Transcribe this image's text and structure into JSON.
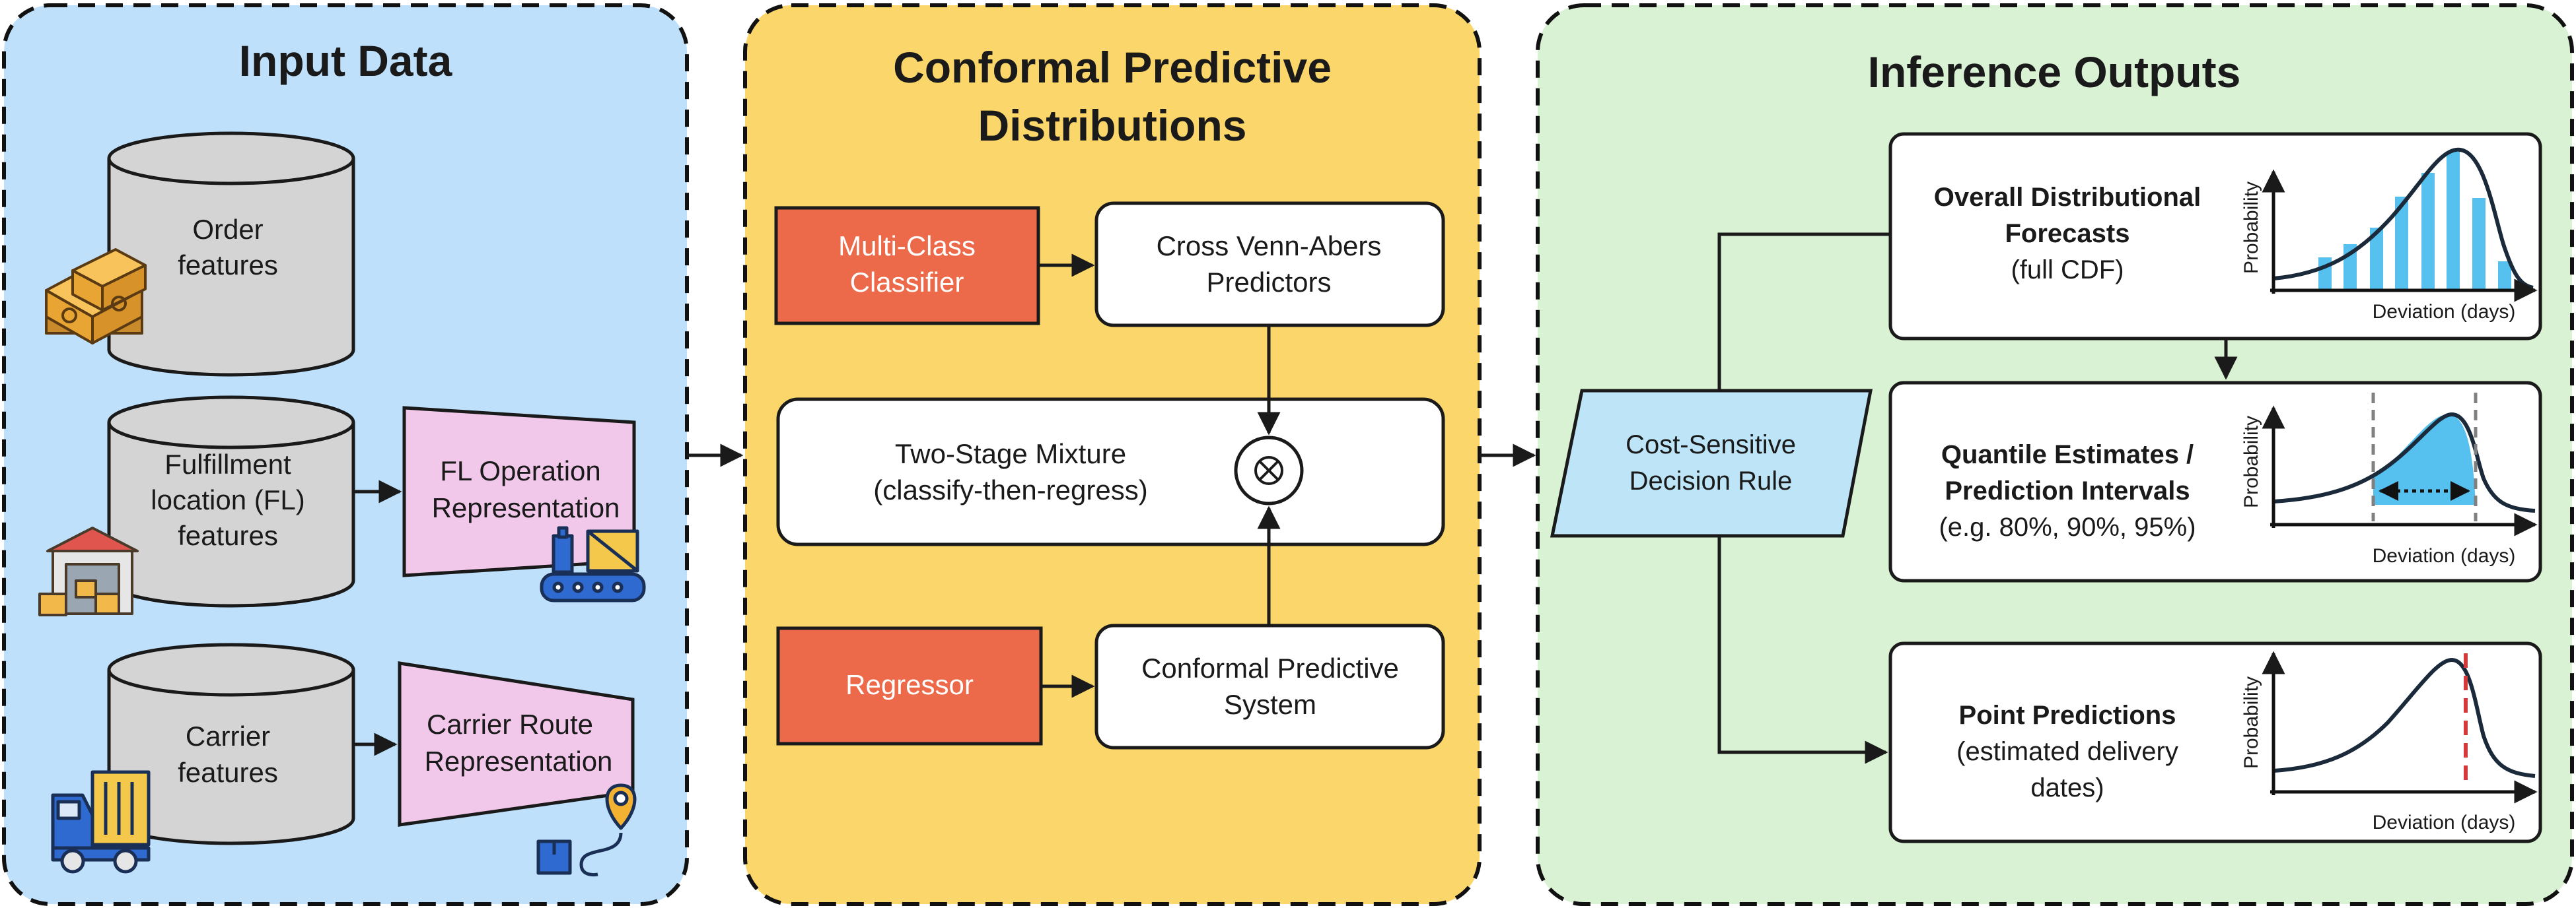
{
  "panels": {
    "input": {
      "title": "Input Data"
    },
    "cpd": {
      "title_line1": "Conformal Predictive",
      "title_line2": "Distributions"
    },
    "outputs": {
      "title": "Inference Outputs"
    }
  },
  "input_data": {
    "order": {
      "line1": "Order",
      "line2": "features"
    },
    "fulfillment": {
      "line1": "Fulfillment",
      "line2": "location (FL)",
      "line3": "features"
    },
    "carrier": {
      "line1": "Carrier",
      "line2": "features"
    },
    "fl_repr": {
      "line1": "FL Operation",
      "line2": "Representation"
    },
    "carrier_repr": {
      "line1": "Carrier Route",
      "line2": "Representation"
    }
  },
  "cpd": {
    "classifier": {
      "line1": "Multi-Class",
      "line2": "Classifier"
    },
    "venn_abers": {
      "line1": "Cross Venn-Abers",
      "line2": "Predictors"
    },
    "mixture": {
      "line1": "Two-Stage Mixture",
      "line2": "(classify-then-regress)"
    },
    "regressor": {
      "label": "Regressor"
    },
    "cps": {
      "line1": "Conformal Predictive",
      "line2": "System"
    },
    "combine_symbol": "⊗"
  },
  "outputs": {
    "decision_rule": {
      "line1": "Cost-Sensitive",
      "line2": "Decision Rule"
    },
    "distributional": {
      "line1": "Overall Distributional",
      "line2": "Forecasts",
      "line3": "(full CDF)"
    },
    "quantile": {
      "line1": "Quantile Estimates /",
      "line2": "Prediction Intervals",
      "line3": "(e.g. 80%, 90%, 95%)"
    },
    "point": {
      "line1": "Point Predictions",
      "line2": "(estimated delivery",
      "line3": "dates)"
    },
    "ylabel": "Probability",
    "xlabel": "Deviation (days)"
  },
  "colors": {
    "input_bg": "#bfe0fb",
    "cpd_bg": "#fbd76b",
    "outputs_bg": "#d9f2d4",
    "cylinder": "#d4d4d4",
    "representation": "#f2c8ea",
    "orange_box": "#ec6a4a",
    "decision": "#bde4f7",
    "highlight": "#56c1ee",
    "point_line": "#d43a3a"
  },
  "icons": [
    "boxes-icon",
    "warehouse-icon",
    "delivery-truck-icon",
    "conveyor-robot-icon",
    "route-pin-icon"
  ]
}
